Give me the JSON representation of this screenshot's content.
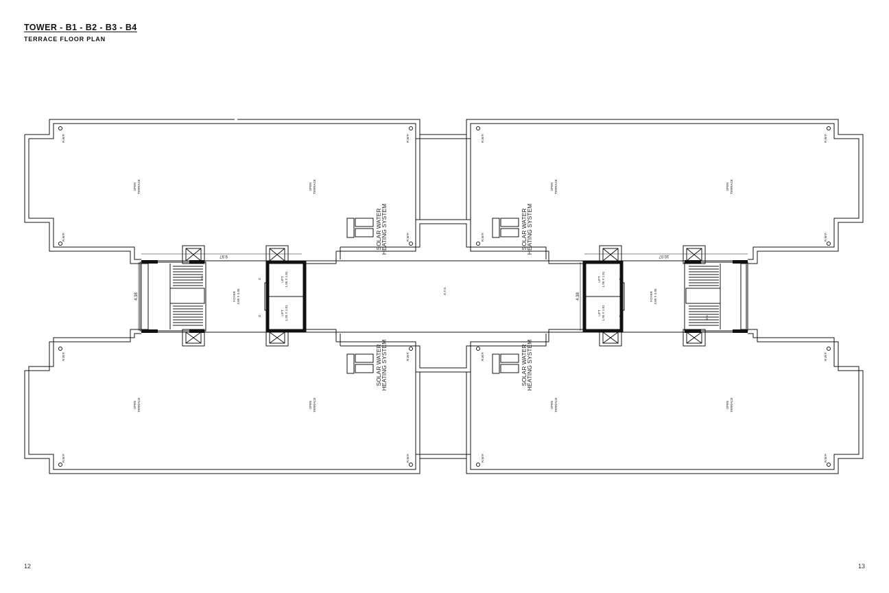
{
  "header": {
    "title": "TOWER - B1 - B2 - B3 - B4",
    "subtitle": "TERRACE FLOOR PLAN"
  },
  "page_numbers": {
    "left": "12",
    "right": "13"
  },
  "labels": {
    "rwp": "R.W.P.",
    "open": "OPEN",
    "terrace": "TERRACE",
    "solar_line1": "SOLAR WATER",
    "solar_line2": "HEATING SYSTEM",
    "lift": "LIFT",
    "lift_size": "1.95 X 1.81",
    "foyer": "FOYER",
    "foyer_size": "3.80 X 3.95",
    "ots": "O.T.S.",
    "dn": "DN",
    "door": "D",
    "dim_left_width": "9.97",
    "dim_right_width": "10.07",
    "dim_height_left": "4.38",
    "dim_height_right": "4.38"
  }
}
